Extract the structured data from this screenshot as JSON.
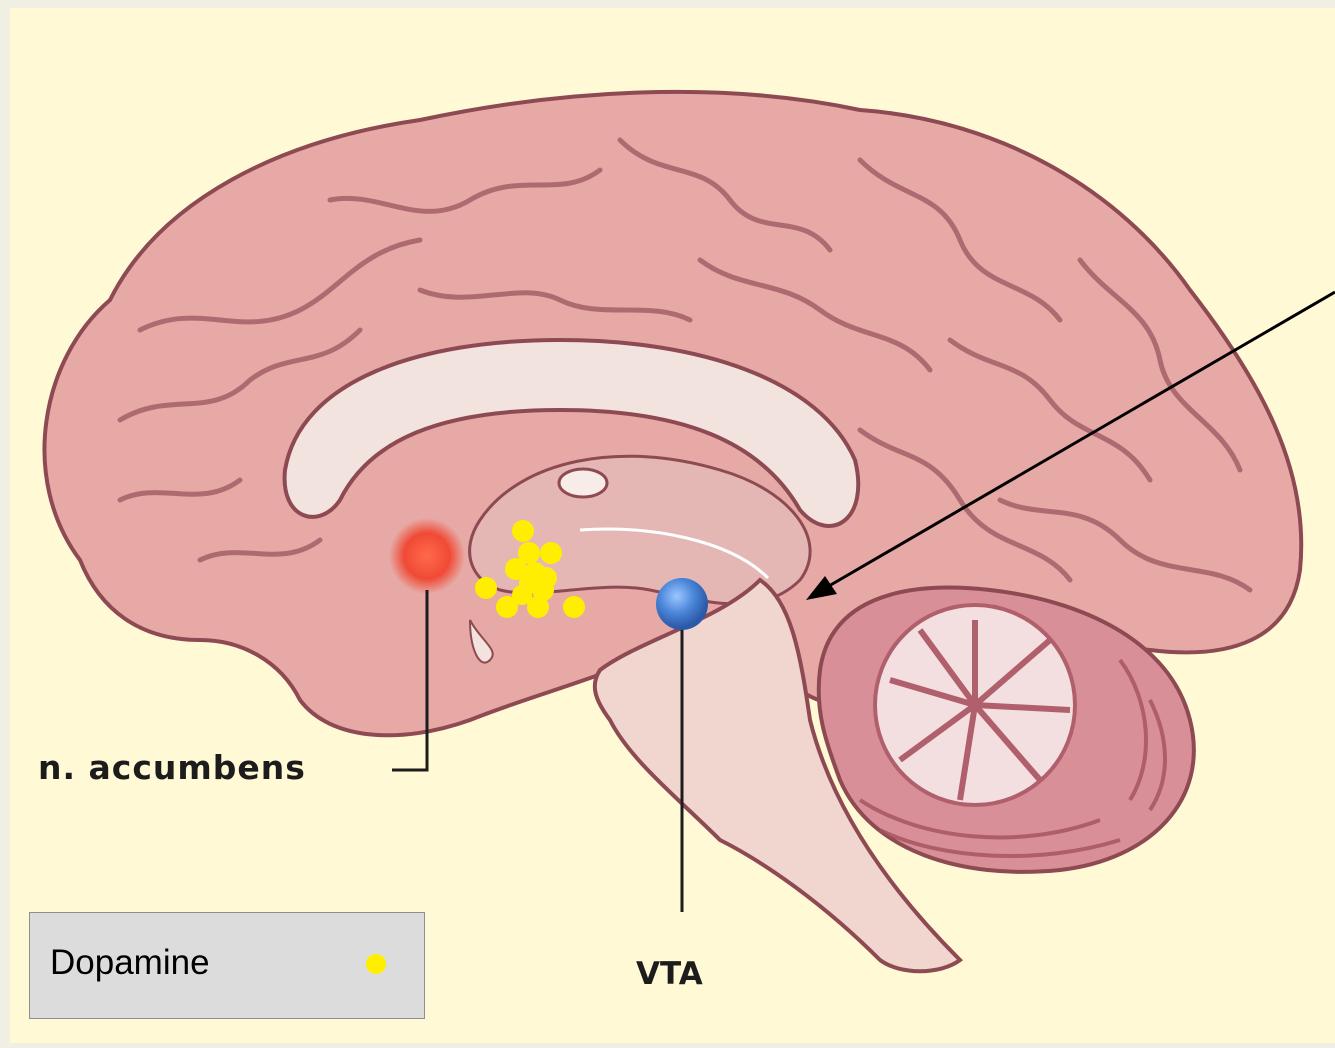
{
  "labels": {
    "nucleus_accumbens": "n. accumbens",
    "vta": "VTA"
  },
  "legend": {
    "label": "Dopamine",
    "marker_color": "#ffee00"
  },
  "colors": {
    "background": "#fff9d6",
    "brain_tissue": "#e7a9a5",
    "brain_outline": "#8e4a52",
    "nucleus_accumbens_marker": "#f04a35",
    "vta_marker": "#4a86d8",
    "dopamine_dots": "#ffee00"
  },
  "dopamine_dot_count": 13
}
